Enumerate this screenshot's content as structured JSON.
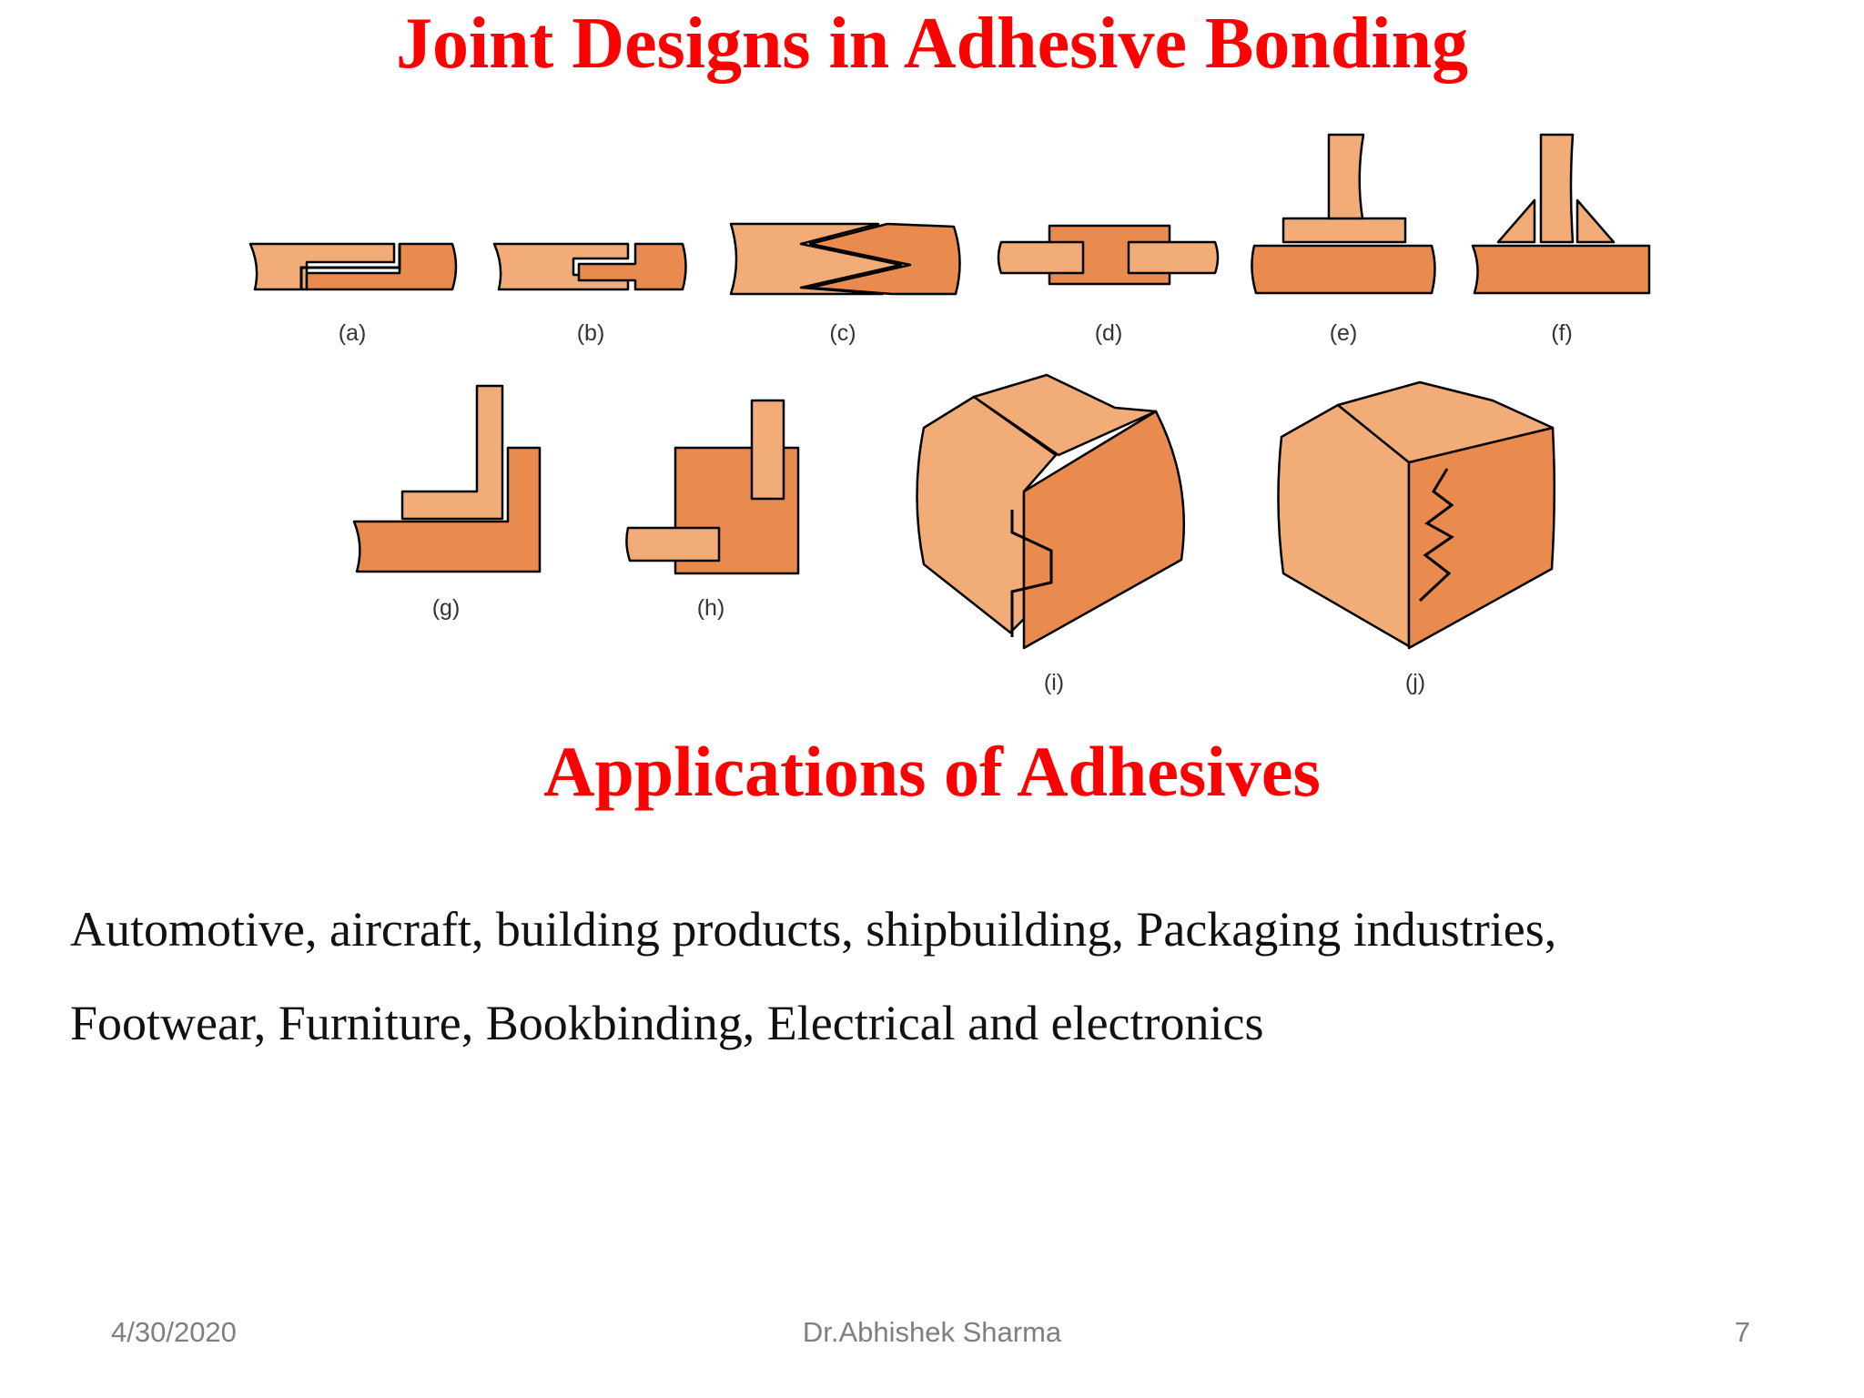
{
  "slide": {
    "title": "Joint Designs in Adhesive Bonding",
    "figure_labels": [
      "(a)",
      "(b)",
      "(c)",
      "(d)",
      "(e)",
      "(f)",
      "(g)",
      "(h)",
      "(i)",
      "(j)"
    ],
    "section_title": "Applications of Adhesives",
    "body_lines": [
      "Automotive, aircraft, building products, shipbuilding, Packaging industries,",
      "Footwear, Furniture, Bookbinding, Electrical and electronics"
    ]
  },
  "footer": {
    "date": "4/30/2020",
    "author": "Dr.Abhishek Sharma",
    "page": "7"
  },
  "colors": {
    "title": "#ff0000",
    "wood_light": "#f2ac77",
    "wood_dark": "#e98a4e",
    "footer_text": "#7f7f7f"
  }
}
